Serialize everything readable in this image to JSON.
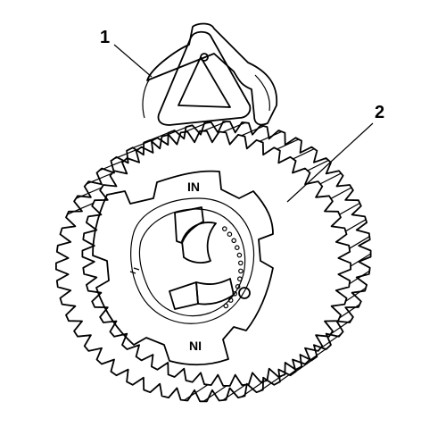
{
  "diagram": {
    "callouts": [
      {
        "id": "1",
        "text": "1"
      },
      {
        "id": "2",
        "text": "2"
      }
    ],
    "marks": {
      "top": "IN",
      "bottom": "NI"
    },
    "colors": {
      "line": "#000000",
      "background": "#ffffff"
    }
  }
}
